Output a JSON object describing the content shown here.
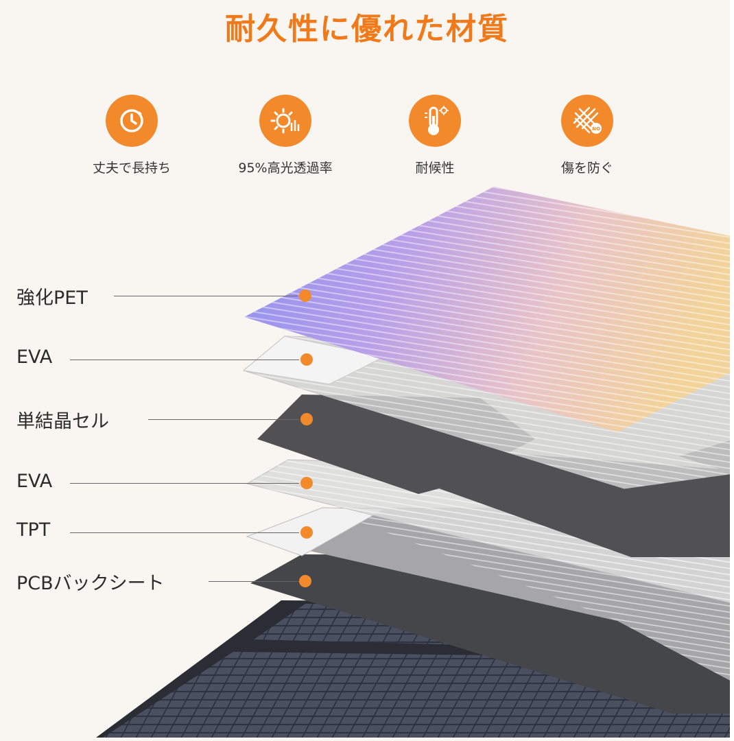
{
  "title": "耐久性に優れた材質",
  "features": [
    {
      "icon": "clock-icon",
      "label": "丈夫で長持ち"
    },
    {
      "icon": "sun-icon",
      "label": "95%高光透過率"
    },
    {
      "icon": "thermometer-icon",
      "label": "耐候性"
    },
    {
      "icon": "scratch-no-icon",
      "label": "傷を防ぐ"
    }
  ],
  "layers": [
    {
      "label": "強化PET"
    },
    {
      "label": "EVA"
    },
    {
      "label": "単結晶セル"
    },
    {
      "label": "EVA"
    },
    {
      "label": "TPT"
    },
    {
      "label": "PCBバックシート"
    }
  ],
  "colors": {
    "accent": "#f28a2c",
    "title": "#f07a1a"
  }
}
